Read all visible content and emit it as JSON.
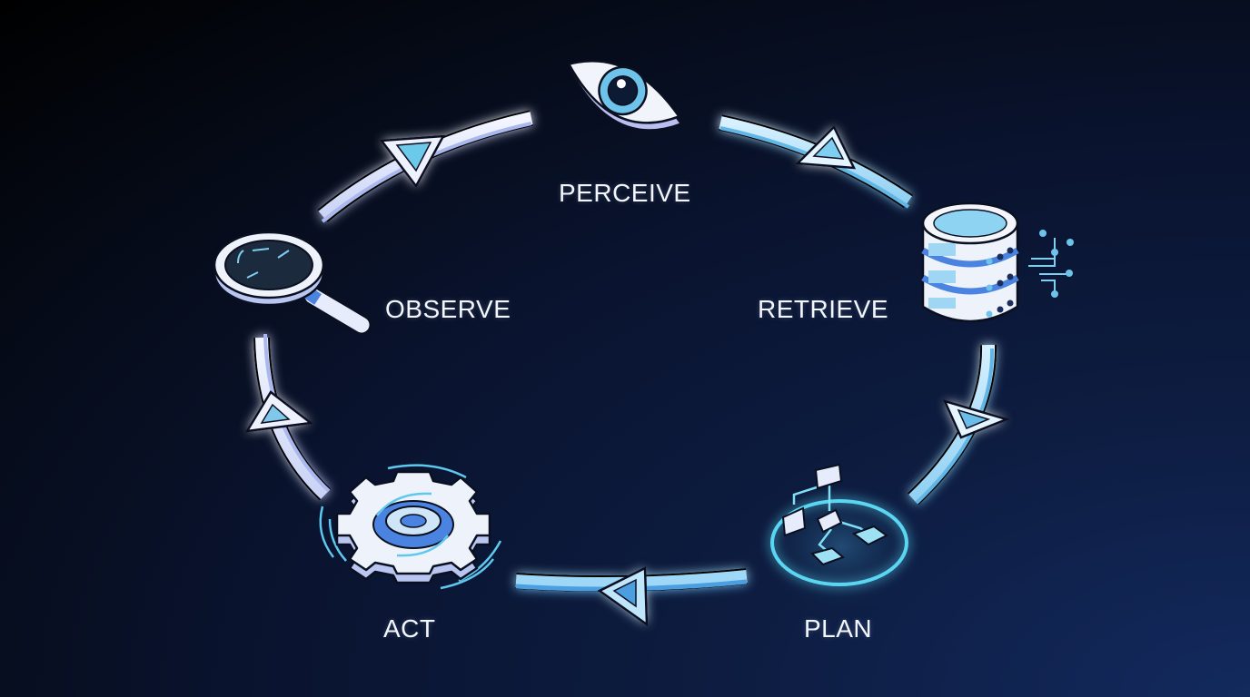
{
  "diagram": {
    "type": "cycle",
    "title": "",
    "stages": [
      {
        "id": "perceive",
        "label": "PERCEIVE",
        "icon": "eye-icon"
      },
      {
        "id": "retrieve",
        "label": "RETRIEVE",
        "icon": "database-icon"
      },
      {
        "id": "plan",
        "label": "PLAN",
        "icon": "flowchart-icon"
      },
      {
        "id": "act",
        "label": "ACT",
        "icon": "gear-icon"
      },
      {
        "id": "observe",
        "label": "OBSERVE",
        "icon": "magnifier-icon"
      }
    ],
    "edges": [
      {
        "from": "perceive",
        "to": "retrieve"
      },
      {
        "from": "retrieve",
        "to": "plan"
      },
      {
        "from": "plan",
        "to": "act"
      },
      {
        "from": "act",
        "to": "observe"
      },
      {
        "from": "observe",
        "to": "perceive"
      }
    ]
  },
  "colors": {
    "arrow_light": "#e6ecff",
    "arrow_blue": "#a8dcf5",
    "accent_cyan": "#5ec8ef",
    "accent_blue": "#4b84e0",
    "label": "#f4f6fb",
    "background_dark": "#000000",
    "background_blue": "#132a5e"
  }
}
